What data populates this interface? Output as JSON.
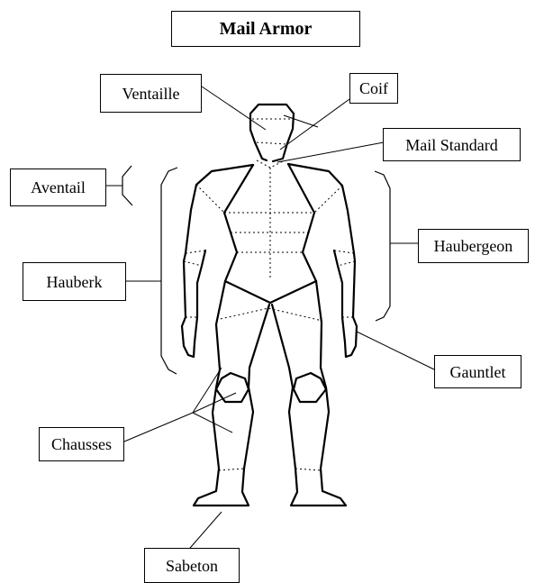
{
  "title": "Mail Armor",
  "labels": {
    "ventaille": "Ventaille",
    "coif": "Coif",
    "mail_standard": "Mail Standard",
    "aventail": "Aventail",
    "haubergeon": "Haubergeon",
    "hauberk": "Hauberk",
    "gauntlet": "Gauntlet",
    "chausses": "Chausses",
    "sabeton": "Sabeton"
  }
}
